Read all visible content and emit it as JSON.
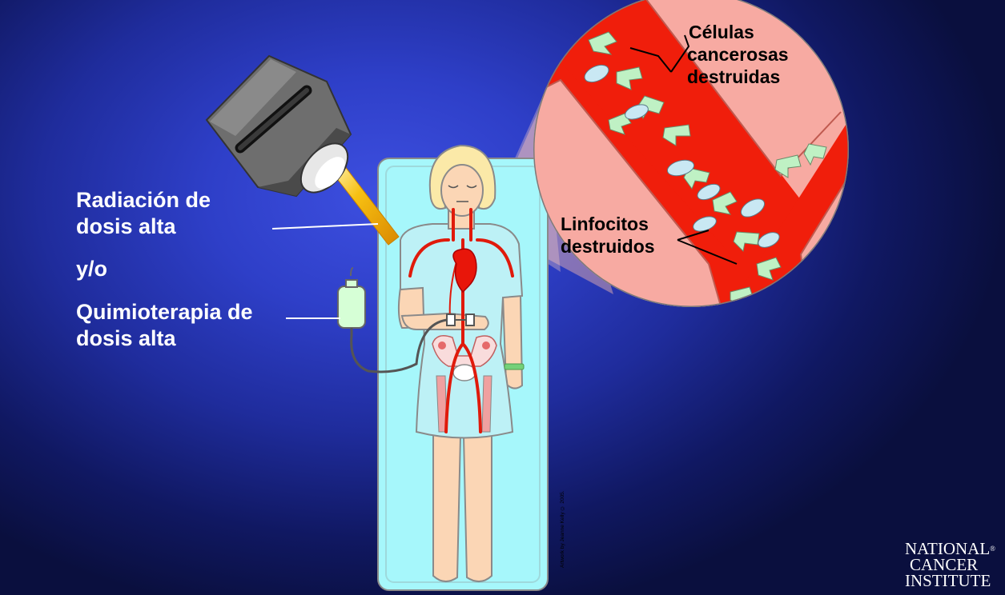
{
  "labels": {
    "radiation_line1": "Radiación de",
    "radiation_line2": "dosis alta",
    "and_or": "y/o",
    "chemo_line1": "Quimioterapia de",
    "chemo_line2": "dosis alta",
    "cancer_cells_line1": "Células",
    "cancer_cells_line2": "cancerosas",
    "cancer_cells_line3": "destruidas",
    "lymphocytes_line1": "Linfocitos",
    "lymphocytes_line2": "destruidos"
  },
  "credit": "Artwork by Jeanne Kelly © 2005.",
  "logo": {
    "line1": "NATIONAL",
    "line2": "CANCER",
    "line3": "INSTITUTE",
    "mark": "®"
  },
  "colors": {
    "background": "#2e3fc8",
    "table": "#a6f7fb",
    "skin": "#fbd6b5",
    "gown": "#bdf1f6",
    "hair": "#fbe9a8",
    "blood": "#f01e0b",
    "vessel_wall": "#f7aaa2",
    "cell": "#bff1c4",
    "beam": "#f7c012",
    "machine": "#6e6e6e"
  }
}
